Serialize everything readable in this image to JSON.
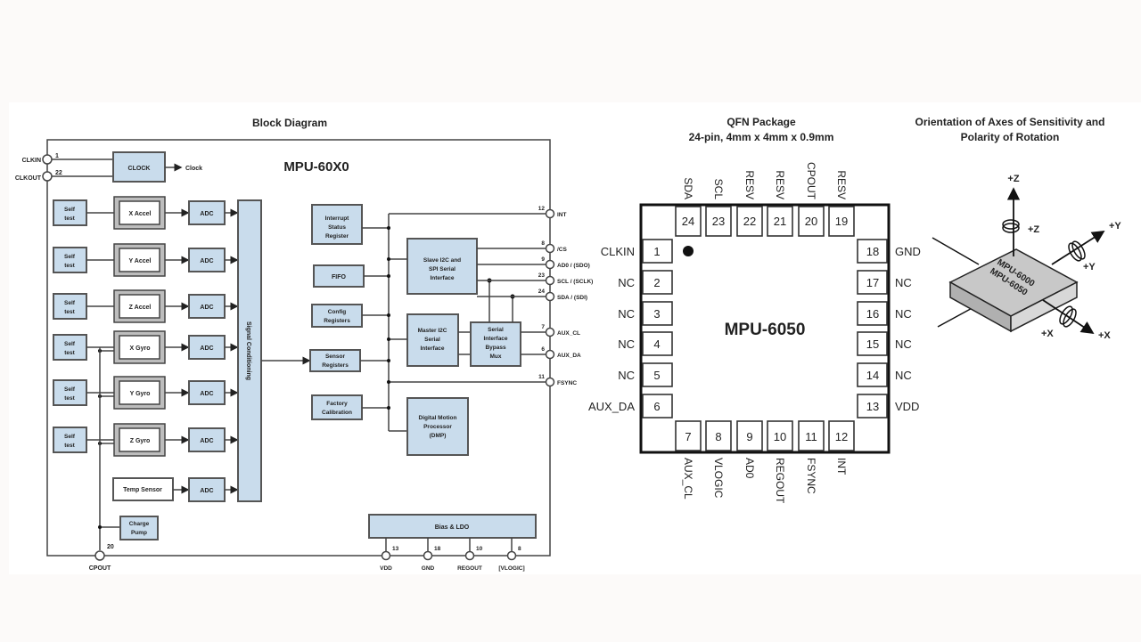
{
  "block_diagram": {
    "title": "Block Diagram",
    "chip_label": "MPU-60X0",
    "clock": {
      "label": "CLOCK",
      "output": "Clock"
    },
    "left_pins": [
      {
        "num": "1",
        "name": "CLKIN"
      },
      {
        "num": "22",
        "name": "CLKOUT"
      }
    ],
    "sensor_rows": [
      {
        "self_test": "Self test",
        "sensor": "X Accel",
        "adc": "ADC"
      },
      {
        "self_test": "Self test",
        "sensor": "Y Accel",
        "adc": "ADC"
      },
      {
        "self_test": "Self test",
        "sensor": "Z Accel",
        "adc": "ADC"
      },
      {
        "self_test": "Self test",
        "sensor": "X Gyro",
        "adc": "ADC"
      },
      {
        "self_test": "Self test",
        "sensor": "Y Gyro",
        "adc": "ADC"
      },
      {
        "self_test": "Self test",
        "sensor": "Z Gyro",
        "adc": "ADC"
      }
    ],
    "temp_sensor": {
      "label": "Temp Sensor",
      "adc": "ADC"
    },
    "charge_pump": "Charge Pump",
    "signal_conditioning": "Signal Conditioning",
    "registers": [
      "Interrupt Status Register",
      "FIFO",
      "Config Registers",
      "Sensor Registers",
      "Factory Calibration"
    ],
    "slave_interface": "Slave I2C and SPI Serial Interface",
    "master_interface": "Master I2C Serial Interface",
    "bypass_mux": "Serial Interface Bypass Mux",
    "dmp": "Digital Motion Processor (DMP)",
    "bias_ldo": "Bias & LDO",
    "right_pins": [
      {
        "num": "12",
        "name": "INT"
      },
      {
        "num": "8",
        "name": "/CS"
      },
      {
        "num": "9",
        "name": "AD0 / (SDO)"
      },
      {
        "num": "23",
        "name": "SCL / (SCLK)"
      },
      {
        "num": "24",
        "name": "SDA / (SDI)"
      },
      {
        "num": "7",
        "name": "AUX_CL"
      },
      {
        "num": "6",
        "name": "AUX_DA"
      },
      {
        "num": "11",
        "name": "FSYNC"
      }
    ],
    "bottom_pins": [
      {
        "num": "20",
        "name": "CPOUT"
      },
      {
        "num": "13",
        "name": "VDD"
      },
      {
        "num": "18",
        "name": "GND"
      },
      {
        "num": "10",
        "name": "REGOUT"
      },
      {
        "num": "8",
        "name": "[VLOGIC]"
      }
    ]
  },
  "qfn_package": {
    "title": "QFN Package",
    "subtitle": "24-pin, 4mm x 4mm x 0.9mm",
    "chip_label": "MPU-6050",
    "left_pins": [
      {
        "num": "1",
        "name": "CLKIN"
      },
      {
        "num": "2",
        "name": "NC"
      },
      {
        "num": "3",
        "name": "NC"
      },
      {
        "num": "4",
        "name": "NC"
      },
      {
        "num": "5",
        "name": "NC"
      },
      {
        "num": "6",
        "name": "AUX_DA"
      }
    ],
    "bottom_pins": [
      {
        "num": "7",
        "name": "AUX_CL"
      },
      {
        "num": "8",
        "name": "VLOGIC"
      },
      {
        "num": "9",
        "name": "AD0"
      },
      {
        "num": "10",
        "name": "REGOUT"
      },
      {
        "num": "11",
        "name": "FSYNC"
      },
      {
        "num": "12",
        "name": "INT"
      }
    ],
    "right_pins": [
      {
        "num": "18",
        "name": "GND"
      },
      {
        "num": "17",
        "name": "NC"
      },
      {
        "num": "16",
        "name": "NC"
      },
      {
        "num": "15",
        "name": "NC"
      },
      {
        "num": "14",
        "name": "NC"
      },
      {
        "num": "13",
        "name": "VDD"
      }
    ],
    "top_pins": [
      {
        "num": "24",
        "name": "SDA"
      },
      {
        "num": "23",
        "name": "SCL"
      },
      {
        "num": "22",
        "name": "RESV"
      },
      {
        "num": "21",
        "name": "RESV"
      },
      {
        "num": "20",
        "name": "CPOUT"
      },
      {
        "num": "19",
        "name": "RESV"
      }
    ]
  },
  "orientation": {
    "title_line1": "Orientation of Axes of Sensitivity and",
    "title_line2": "Polarity of Rotation",
    "chip_line1": "MPU-6000",
    "chip_line2": "MPU-6050",
    "axes": {
      "z": "+Z",
      "z_rot": "+Z",
      "y": "+Y",
      "y_rot": "+Y",
      "x": "+X",
      "x_rot": "+X"
    }
  },
  "colors": {
    "block_fill": "#c9dcec",
    "band": "#ffffff",
    "background": "#fcfaf9"
  }
}
